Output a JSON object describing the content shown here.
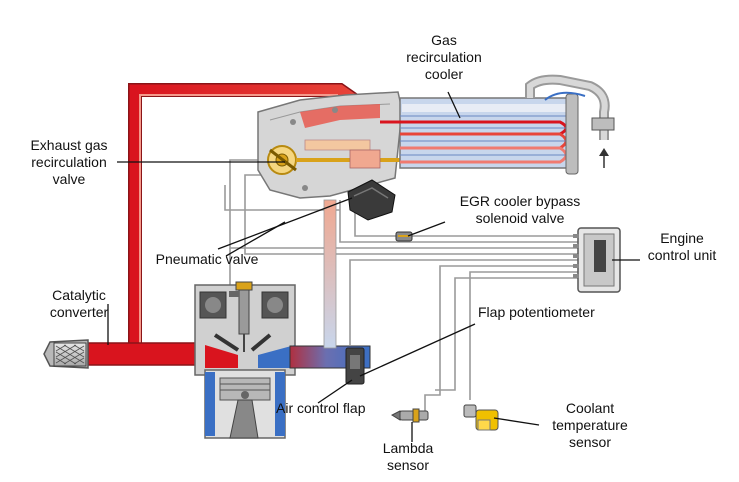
{
  "labels": {
    "gas_recirculation_cooler": [
      "Gas",
      "recirculation",
      "cooler"
    ],
    "exhaust_gas_recirculation_valve": [
      "Exhaust gas",
      "recirculation",
      "valve"
    ],
    "egr_cooler_bypass_solenoid_valve": [
      "EGR cooler bypass",
      "solenoid valve"
    ],
    "engine_control_unit": [
      "Engine",
      "control unit"
    ],
    "pneumatic_valve": [
      "Pneumatic valve"
    ],
    "catalytic_converter": [
      "Catalytic",
      "converter"
    ],
    "flap_potentiometer": [
      "Flap potentiometer"
    ],
    "air_control_flap": [
      "Air control flap"
    ],
    "lambda_sensor": [
      "Lambda",
      "sensor"
    ],
    "coolant_temperature_sensor": [
      "Coolant",
      "temperature",
      "sensor"
    ]
  },
  "colors": {
    "exhaust_hot": "#d9141e",
    "exhaust_warm": "#e8703a",
    "intake_cool": "#3a6fc4",
    "coolant": "#9cc4ea",
    "metal": "#c8c8c8",
    "metal_dark": "#8c8c8c",
    "wire": "#9a9a9a",
    "brass": "#d9a21a"
  }
}
